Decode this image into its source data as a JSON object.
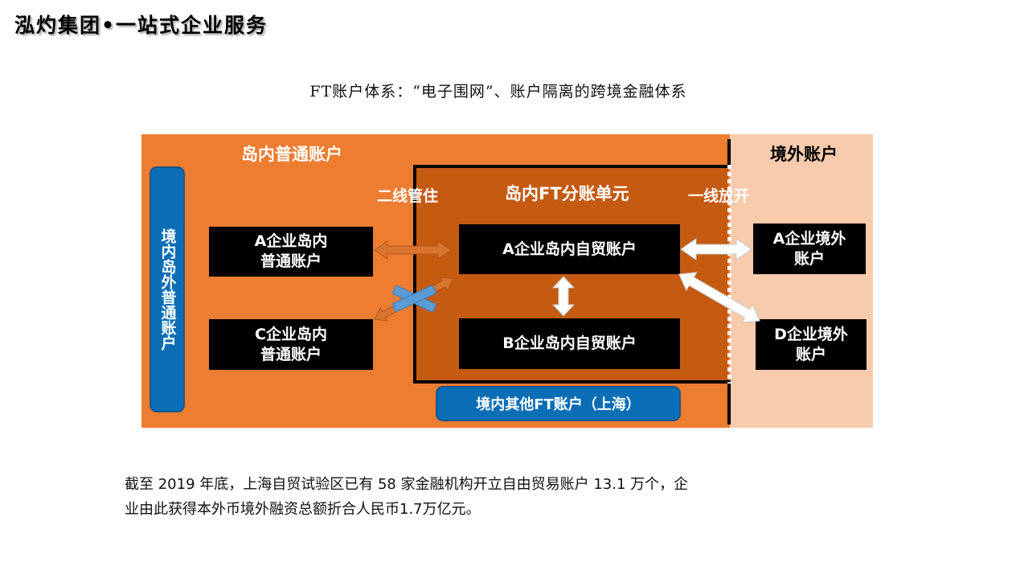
{
  "header": {
    "company_title": "泓灼集团•一站式企业服务"
  },
  "diagram": {
    "title": "FT账户体系：“电子围网”、账户隔离的跨境金融体系",
    "zones": {
      "domestic_label": "岛内普通账户",
      "overseas_label": "境外账户",
      "ft_unit_label": "岛内FT分账单元"
    },
    "boundary_labels": {
      "second_line": "二线管住",
      "first_line": "一线放开"
    },
    "side_pill": "境内岛外普通账户",
    "bottom_pill": "境内其他FT账户（上海）",
    "boxes": {
      "a_domestic_line1": "A企业岛内",
      "a_domestic_line2": "普通账户",
      "c_domestic_line1": "C企业岛内",
      "c_domestic_line2": "普通账户",
      "a_ft": "A企业岛内自贸账户",
      "b_ft": "B企业岛内自贸账户",
      "a_overseas_line1": "A企业境外",
      "a_overseas_line2": "账户",
      "d_overseas_line1": "D企业境外",
      "d_overseas_line2": "账户"
    },
    "flows": [
      {
        "from": "A企业岛内普通账户",
        "to": "A企业岛内自贸账户",
        "type": "two-way",
        "style": "orange"
      },
      {
        "from": "C企业岛内普通账户",
        "to": "A企业岛内自贸账户",
        "type": "two-way-blocked",
        "style": "orange",
        "blocked": true
      },
      {
        "from": "A企业岛内自贸账户",
        "to": "B企业岛内自贸账户",
        "type": "two-way",
        "style": "white"
      },
      {
        "from": "A企业岛内自贸账户",
        "to": "A企业境外账户",
        "type": "two-way",
        "style": "white"
      },
      {
        "from": "A企业岛内自贸账户",
        "to": "D企业境外账户",
        "type": "two-way",
        "style": "white"
      }
    ],
    "colors": {
      "domestic": "#ED7D31",
      "ft_unit": "#C55A11",
      "overseas": "#F8CBAD",
      "pill": "#0A6EB5",
      "block_mark": "#5B9BD5"
    }
  },
  "footnote": {
    "line1": "截至 2019 年底，上海自贸试验区已有 58 家金融机构开立自由贸易账户 13.1 万个，企",
    "line2": "业由此获得本外币境外融资总额折合人民币1.7万亿元。"
  }
}
